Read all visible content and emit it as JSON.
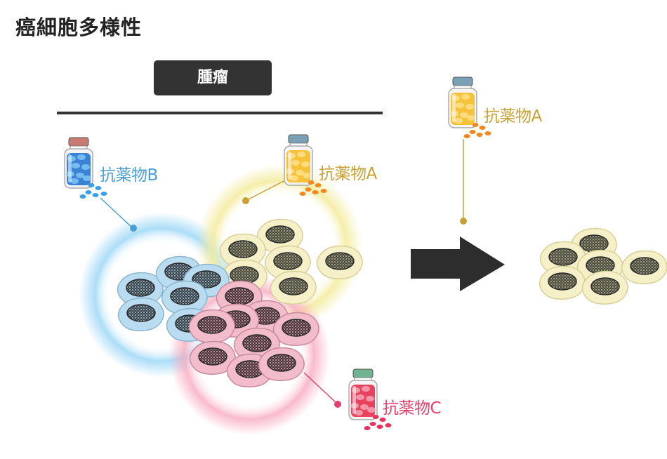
{
  "title": "癌細胞多様性",
  "tumor": {
    "label": "腫瘤"
  },
  "drugs": {
    "b": {
      "label": "抗薬物B",
      "color": "#4a9fd6"
    },
    "a": {
      "label": "抗薬物A",
      "color": "#c8a236"
    },
    "c": {
      "label": "抗薬物C",
      "color": "#e0426c"
    },
    "a_right": {
      "label": "抗薬物A",
      "color": "#c8a236"
    }
  },
  "colors": {
    "cell_blue": "#b9dcf0",
    "cell_yellow": "#f6f0c8",
    "cell_pink": "#f2bccb",
    "glow_blue": "#8fd2f5",
    "glow_yellow": "#f3eb9a",
    "glow_pink": "#f7a9bf",
    "arrow": "#2d2d2d"
  },
  "icons": {
    "arrow": "right-arrow-icon",
    "bottle": "medicine-bottle-icon"
  }
}
